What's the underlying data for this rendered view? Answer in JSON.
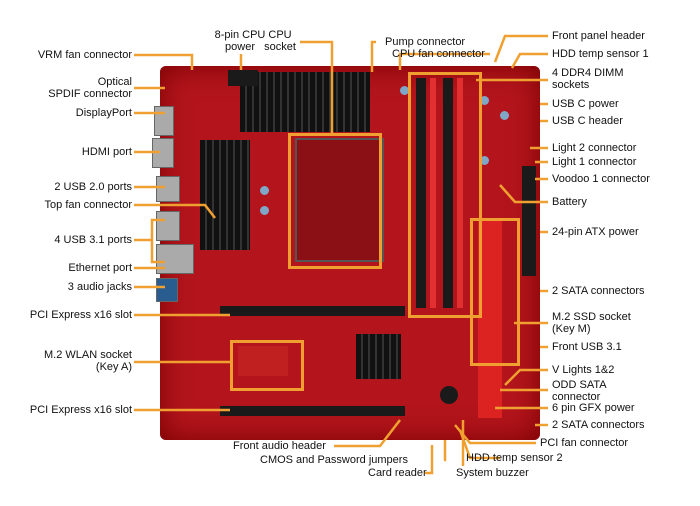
{
  "left_labels": [
    "VRM fan connector",
    "Optical",
    "SPDIF connector",
    "DisplayPort",
    "HDMI port",
    "2 USB 2.0 ports",
    "Top fan connector",
    "4 USB 3.1 ports",
    "Ethernet port",
    "3 audio jacks",
    "PCI Express x16 slot",
    "M.2 WLAN socket",
    "(Key A)",
    "PCI Express x16 slot"
  ],
  "top_labels": [
    "8-pin CPU",
    "power",
    "CPU",
    "socket",
    "Pump connector",
    "CPU fan connector"
  ],
  "right_labels": [
    "Front panel header",
    "HDD temp sensor 1",
    "4 DDR4 DIMM",
    "sockets",
    "USB C power",
    "USB C header",
    "Light 2 connector",
    "Light 1 connector",
    "Voodoo 1 connector",
    "Battery",
    "24-pin ATX power",
    "2 SATA connectors",
    "M.2 SSD socket",
    "(Key M)",
    "Front USB 3.1",
    "V Lights 1&2",
    "ODD SATA",
    "connector",
    "6 pin GFX power",
    "2 SATA connectors",
    "PCI fan connector"
  ],
  "bottom_labels": [
    "Front audio header",
    "CMOS and Password jumpers",
    "HDD temp sensor 2",
    "Card reader",
    "System buzzer"
  ],
  "colors": {
    "board": "#b4151c",
    "callout": "#f0a030"
  }
}
